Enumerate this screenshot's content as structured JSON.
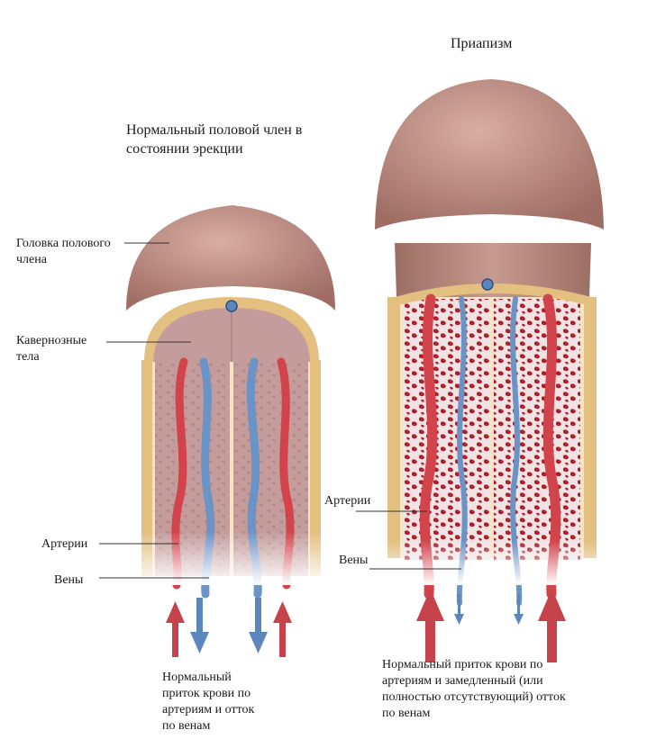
{
  "titles": {
    "normal": "Нормальный половой член в\nсостоянии эрекции",
    "priapism": "Приапизм"
  },
  "labels": {
    "glans": "Головка полового\nчлена",
    "cavernous": "Кавернозные\nтела",
    "arteries_left": "Артерии",
    "veins_left": "Вены",
    "arteries_right": "Артерии",
    "veins_right": "Вены"
  },
  "captions": {
    "normal": "Нормальный\nприток крови по\nартериям и отток\nпо венам",
    "priapism": "Нормальный приток крови по\nартериям и замедленный (или\nполностью отсутствующий) отток\nпо венам"
  },
  "colors": {
    "skin": "#b98a7f",
    "glans": "#b88378",
    "tunica": "#e9c98f",
    "tissue_normal": "#c9a3a3",
    "tissue_priapism": "#e7d3d3",
    "artery": "#d2434b",
    "vein": "#6a93c6",
    "sinus_filled": "#b21f2a"
  }
}
